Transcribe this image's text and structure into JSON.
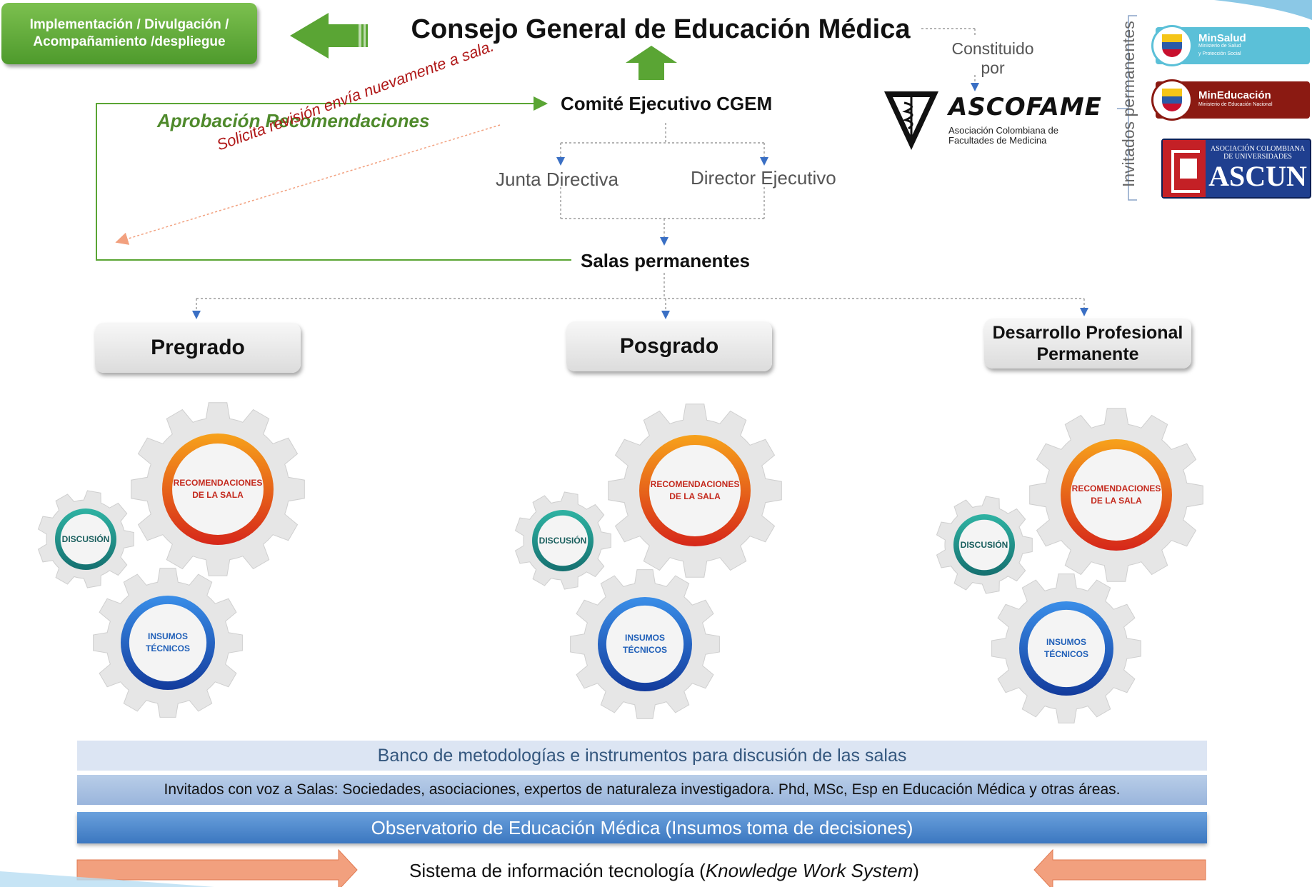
{
  "title": "Consejo General de Educación Médica",
  "implementation_box": "Implementación / Divulgación / Acompañamiento /despliegue",
  "comite": "Comité Ejecutivo CGEM",
  "aprobacion": "Aprobación Recomendaciones",
  "solicita": "Solicita revisión envía nuevamente a sala.",
  "junta": "Junta Directiva",
  "director": "Director Ejecutivo",
  "salas": "Salas permanentes",
  "constituido_line1": "Constituido",
  "constituido_line2": "por",
  "ascofame": {
    "name": "ASCOFAME",
    "subtitle_line1": "Asociación Colombiana de",
    "subtitle_line2": "Facultades de Medicina"
  },
  "invitados_permanentes": "Invitados permanentes",
  "logos": {
    "minsalud": {
      "name": "MinSalud",
      "sub_line1": "Ministerio de Salud",
      "sub_line2": "y Protección Social",
      "color": "#5bc0d8"
    },
    "mineducacion": {
      "name": "MinEducación",
      "sub": "Ministerio de Educación Nacional",
      "color": "#8b1a12"
    },
    "ascun": {
      "line1": "ASOCIACIÓN COLOMBIANA",
      "line2": "DE UNIVERSIDADES",
      "name": "ASCUN",
      "color": "#1f3f8f"
    }
  },
  "salas_list": [
    {
      "name": "Pregrado"
    },
    {
      "name": "Posgrado"
    },
    {
      "name": "Desarrollo Profesional Permanente"
    }
  ],
  "gears": {
    "recomendaciones_line1": "RECOMENDACIONES",
    "recomendaciones_line2": "DE LA SALA",
    "discusion": "DISCUSIÓN",
    "insumos_line1": "INSUMOS",
    "insumos_line2": "TÉCNICOS"
  },
  "bands": {
    "banco": "Banco de metodologías e instrumentos para discusión de las salas",
    "invitados_voz": "Invitados con voz a Salas: Sociedades, asociaciones, expertos de naturaleza investigadora. Phd, MSc, Esp en Educación Médica y otras áreas.",
    "observatorio": "Observatorio de Educación Médica (Insumos toma de decisiones)"
  },
  "sistema": {
    "prefix": "Sistema de información tecnología (",
    "italic": "Knowledge Work System",
    "suffix": ")"
  },
  "colors": {
    "green": "#5aa534",
    "orange_red": "#d93b1c",
    "teal": "#1e8a85",
    "blue": "#1f5fb8",
    "salmon": "#f2a07e"
  }
}
